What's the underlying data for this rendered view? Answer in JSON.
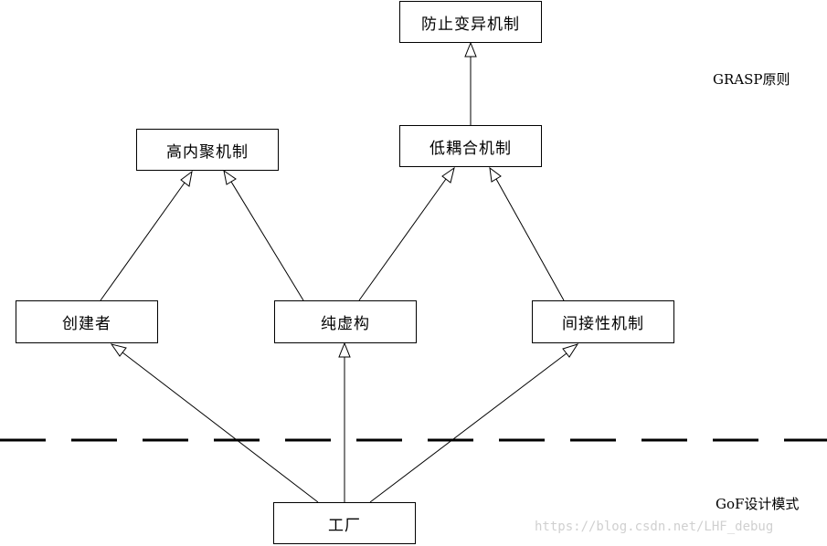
{
  "nodes": {
    "protected_variations": "防止变异机制",
    "high_cohesion": "高内聚机制",
    "low_coupling": "低耦合机制",
    "creator": "创建者",
    "pure_fabrication": "纯虚构",
    "indirection": "间接性机制",
    "factory": "工厂"
  },
  "labels": {
    "grasp": "GRASP原则",
    "gof": "GoF设计模式"
  },
  "watermark": "https://blog.csdn.net/LHF_debug",
  "relations": [
    {
      "from": "low_coupling",
      "to": "protected_variations"
    },
    {
      "from": "creator",
      "to": "high_cohesion"
    },
    {
      "from": "pure_fabrication",
      "to": "high_cohesion"
    },
    {
      "from": "pure_fabrication",
      "to": "low_coupling"
    },
    {
      "from": "indirection",
      "to": "low_coupling"
    },
    {
      "from": "factory",
      "to": "creator"
    },
    {
      "from": "factory",
      "to": "pure_fabrication"
    },
    {
      "from": "factory",
      "to": "indirection"
    }
  ]
}
